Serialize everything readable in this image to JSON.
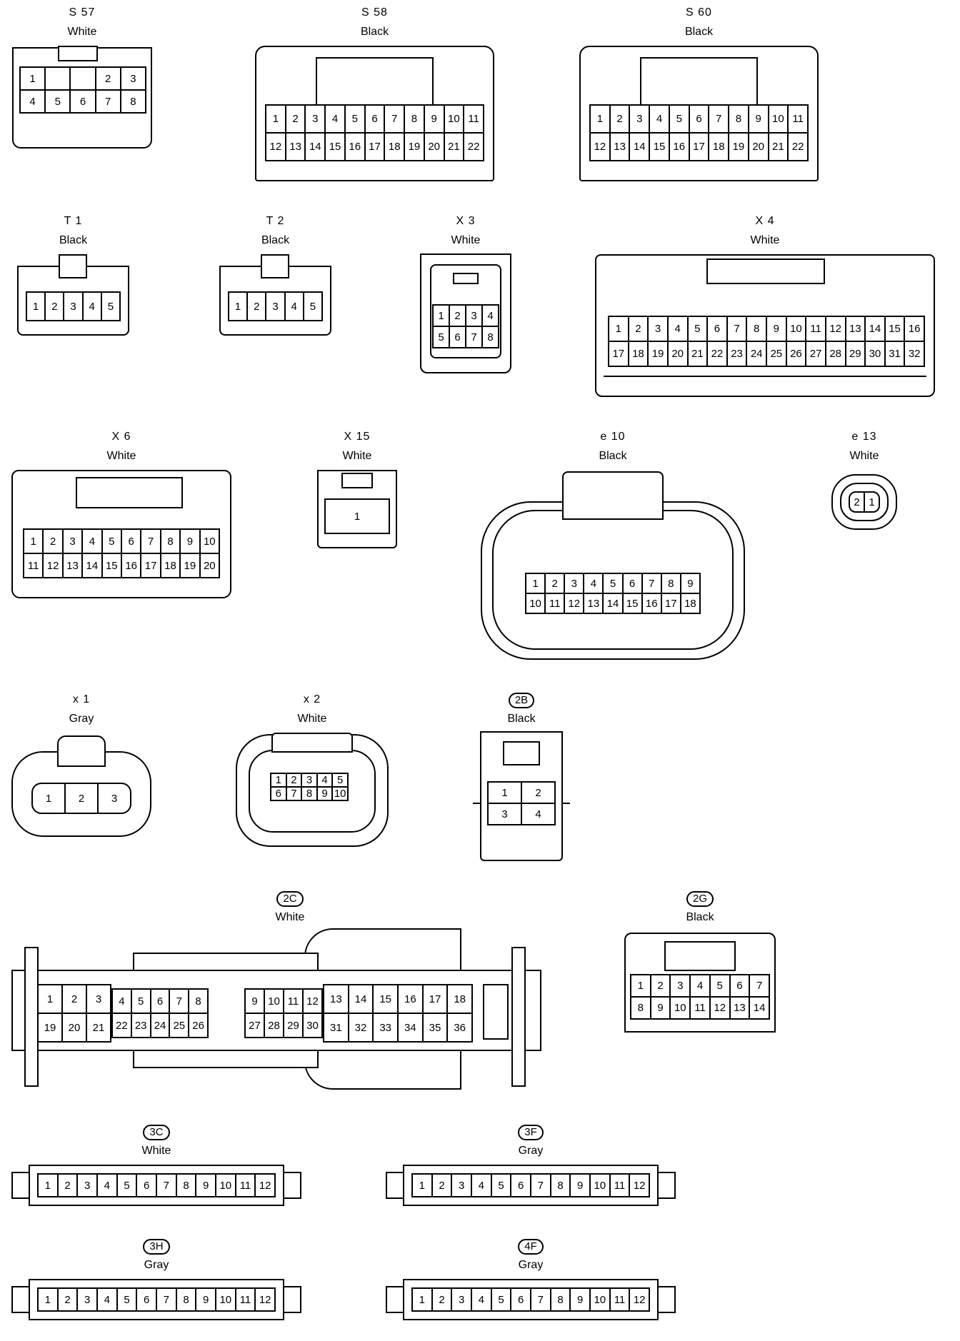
{
  "connectors": {
    "s57": {
      "name": "S 57",
      "color": "White",
      "rows": [
        [
          "1",
          "",
          "",
          "2",
          "3"
        ],
        [
          "4",
          "5",
          "6",
          "7",
          "8"
        ]
      ]
    },
    "s58": {
      "name": "S 58",
      "color": "Black",
      "rows": [
        [
          "1",
          "2",
          "3",
          "4",
          "5",
          "6",
          "7",
          "8",
          "9",
          "10",
          "11"
        ],
        [
          "12",
          "13",
          "14",
          "15",
          "16",
          "17",
          "18",
          "19",
          "20",
          "21",
          "22"
        ]
      ]
    },
    "s60": {
      "name": "S 60",
      "color": "Black",
      "rows": [
        [
          "1",
          "2",
          "3",
          "4",
          "5",
          "6",
          "7",
          "8",
          "9",
          "10",
          "11"
        ],
        [
          "12",
          "13",
          "14",
          "15",
          "16",
          "17",
          "18",
          "19",
          "20",
          "21",
          "22"
        ]
      ]
    },
    "t1": {
      "name": "T 1",
      "color": "Black",
      "rows": [
        [
          "1",
          "2",
          "3",
          "4",
          "5"
        ]
      ]
    },
    "t2": {
      "name": "T 2",
      "color": "Black",
      "rows": [
        [
          "1",
          "2",
          "3",
          "4",
          "5"
        ]
      ]
    },
    "x3": {
      "name": "X 3",
      "color": "White",
      "rows": [
        [
          "1",
          "2",
          "3",
          "4"
        ],
        [
          "5",
          "6",
          "7",
          "8"
        ]
      ]
    },
    "x4": {
      "name": "X 4",
      "color": "White",
      "rows": [
        [
          "1",
          "2",
          "3",
          "4",
          "5",
          "6",
          "7",
          "8",
          "9",
          "10",
          "11",
          "12",
          "13",
          "14",
          "15",
          "16"
        ],
        [
          "17",
          "18",
          "19",
          "20",
          "21",
          "22",
          "23",
          "24",
          "25",
          "26",
          "27",
          "28",
          "29",
          "30",
          "31",
          "32"
        ]
      ]
    },
    "x6": {
      "name": "X 6",
      "color": "White",
      "rows": [
        [
          "1",
          "2",
          "3",
          "4",
          "5",
          "6",
          "7",
          "8",
          "9",
          "10"
        ],
        [
          "11",
          "12",
          "13",
          "14",
          "15",
          "16",
          "17",
          "18",
          "19",
          "20"
        ]
      ]
    },
    "x15": {
      "name": "X 15",
      "color": "White",
      "rows": [
        [
          "1"
        ]
      ]
    },
    "e10": {
      "name": "e 10",
      "color": "Black",
      "rows": [
        [
          "1",
          "2",
          "3",
          "4",
          "5",
          "6",
          "7",
          "8",
          "9"
        ],
        [
          "10",
          "11",
          "12",
          "13",
          "14",
          "15",
          "16",
          "17",
          "18"
        ]
      ]
    },
    "e13": {
      "name": "e 13",
      "color": "White",
      "rows": [
        [
          "2",
          "1"
        ]
      ]
    },
    "x1": {
      "name": "x 1",
      "color": "Gray",
      "rows": [
        [
          "1",
          "2",
          "3"
        ]
      ]
    },
    "x2": {
      "name": "x 2",
      "color": "White",
      "rows": [
        [
          "1",
          "2",
          "3",
          "4",
          "5"
        ],
        [
          "6",
          "7",
          "8",
          "9",
          "10"
        ]
      ]
    },
    "c2b": {
      "name": "2B",
      "color": "Black",
      "rows": [
        [
          "1",
          "2"
        ],
        [
          "3",
          "4"
        ]
      ]
    },
    "c2c": {
      "name": "2C",
      "color": "White",
      "blocks": [
        {
          "rows": [
            [
              "1",
              "2",
              "3"
            ],
            [
              "19",
              "20",
              "21"
            ]
          ]
        },
        {
          "rows": [
            [
              "4",
              "5",
              "6",
              "7",
              "8"
            ],
            [
              "22",
              "23",
              "24",
              "25",
              "26"
            ]
          ]
        },
        {
          "rows": [
            [
              "9",
              "10",
              "11",
              "12"
            ],
            [
              "27",
              "28",
              "29",
              "30"
            ]
          ]
        },
        {
          "rows": [
            [
              "13",
              "14",
              "15",
              "16",
              "17",
              "18"
            ],
            [
              "31",
              "32",
              "33",
              "34",
              "35",
              "36"
            ]
          ]
        }
      ]
    },
    "c2g": {
      "name": "2G",
      "color": "Black",
      "rows": [
        [
          "1",
          "2",
          "3",
          "4",
          "5",
          "6",
          "7"
        ],
        [
          "8",
          "9",
          "10",
          "11",
          "12",
          "13",
          "14"
        ]
      ]
    },
    "c3c": {
      "name": "3C",
      "color": "White",
      "rows": [
        [
          "1",
          "2",
          "3",
          "4",
          "5",
          "6",
          "7",
          "8",
          "9",
          "10",
          "11",
          "12"
        ]
      ]
    },
    "c3f": {
      "name": "3F",
      "color": "Gray",
      "rows": [
        [
          "1",
          "2",
          "3",
          "4",
          "5",
          "6",
          "7",
          "8",
          "9",
          "10",
          "11",
          "12"
        ]
      ]
    },
    "c3h": {
      "name": "3H",
      "color": "Gray",
      "rows": [
        [
          "1",
          "2",
          "3",
          "4",
          "5",
          "6",
          "7",
          "8",
          "9",
          "10",
          "11",
          "12"
        ]
      ]
    },
    "c4f": {
      "name": "4F",
      "color": "Gray",
      "rows": [
        [
          "1",
          "2",
          "3",
          "4",
          "5",
          "6",
          "7",
          "8",
          "9",
          "10",
          "11",
          "12"
        ]
      ]
    }
  }
}
